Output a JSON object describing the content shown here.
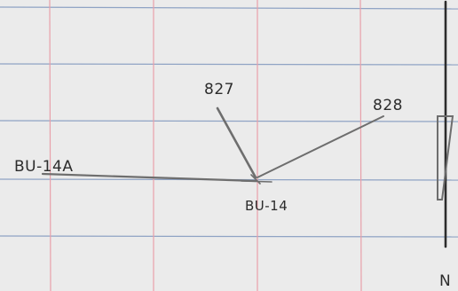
{
  "paper": {
    "background_color": "#ebebeb",
    "ruled_line_color": "#8fa3c4",
    "margin_line_color": "#e8a0aa"
  },
  "ink_color": "#2c2c2c",
  "pencil_color": "#6e6e6e",
  "labels": {
    "center_point": "BU-14",
    "west_point": "BU-14A",
    "northwest_point": "827",
    "northeast_point": "828",
    "north_arrow": "N"
  }
}
